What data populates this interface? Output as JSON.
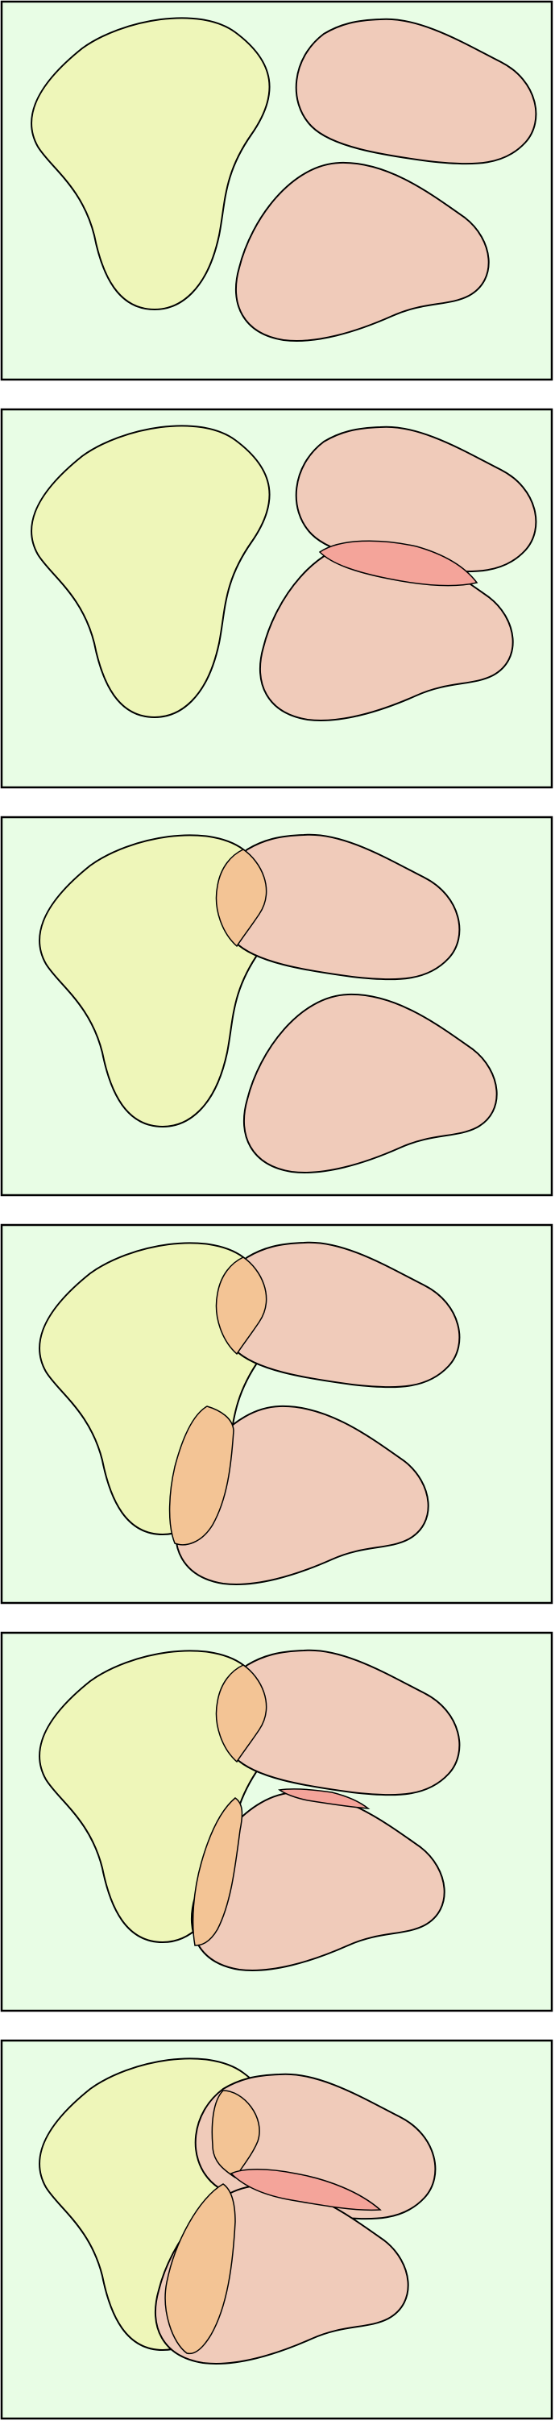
{
  "colors": {
    "page_background": "#ffffff",
    "panel_fill": "#e8fde5",
    "panel_border": "#000000",
    "outline": "#000000",
    "yellow_blob_fill": "#eef6b9",
    "pink_blob_fill": "#f0cbba",
    "yellow_pink_overlap": "#f3c495",
    "pink_pink_overlap": "#f4a49a"
  },
  "shapes": [
    {
      "id": "yellow-blob",
      "fill_key": "yellow_blob_fill"
    },
    {
      "id": "upper-pink-blob",
      "fill_key": "pink_blob_fill"
    },
    {
      "id": "lower-pink-blob",
      "fill_key": "pink_blob_fill"
    }
  ],
  "panels": [
    {
      "index": 1,
      "yellow": "both",
      "upper_pink": "none",
      "lower_pink": "none"
    },
    {
      "index": 2,
      "yellow": "none",
      "upper_pink": "none",
      "lower_pink": "none",
      "pinks_overlap": true
    },
    {
      "index": 3,
      "yellow": "upper",
      "pinks_overlap": false
    },
    {
      "index": 4,
      "yellow": "both",
      "pinks_overlap": false
    },
    {
      "index": 5,
      "yellow": "both",
      "pinks_overlap": true
    },
    {
      "index": 6,
      "yellow": "both",
      "pinks_overlap": true
    }
  ]
}
